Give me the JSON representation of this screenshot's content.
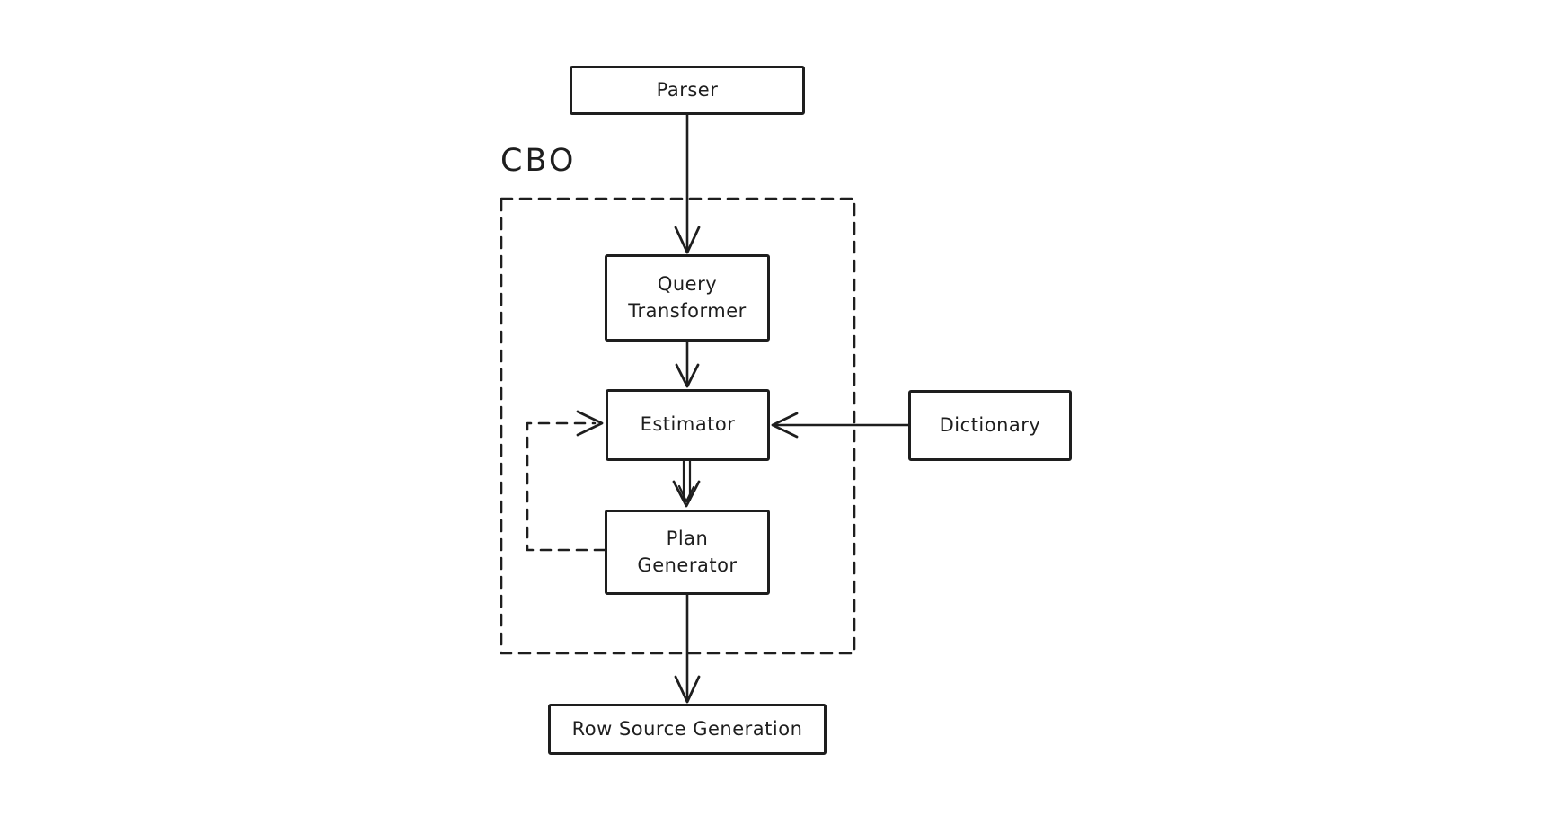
{
  "diagram": {
    "background_color": "#ffffff",
    "stroke_color": "#1e1e1e",
    "group": {
      "cbo": {
        "label": "CBO",
        "border_style": "dashed"
      }
    },
    "nodes": {
      "parser": {
        "label": "Parser"
      },
      "query_transformer": {
        "label": "Query Transformer"
      },
      "estimator": {
        "label": "Estimator"
      },
      "plan_generator": {
        "label": "Plan Generator"
      },
      "dictionary": {
        "label": "Dictionary"
      },
      "row_source_generation": {
        "label": "Row Source Generation"
      }
    },
    "edges": [
      {
        "from": "Parser",
        "to": "Query Transformer",
        "line": "solid",
        "arrow": "single"
      },
      {
        "from": "Query Transformer",
        "to": "Estimator",
        "line": "solid",
        "arrow": "single"
      },
      {
        "from": "Estimator",
        "to": "Plan Generator",
        "line": "double",
        "arrow": "single"
      },
      {
        "from": "Plan Generator",
        "to": "Estimator",
        "line": "dashed",
        "arrow": "single"
      },
      {
        "from": "Dictionary",
        "to": "Estimator",
        "line": "solid",
        "arrow": "single"
      },
      {
        "from": "Plan Generator",
        "to": "Row Source Generation",
        "line": "solid",
        "arrow": "single"
      }
    ]
  }
}
